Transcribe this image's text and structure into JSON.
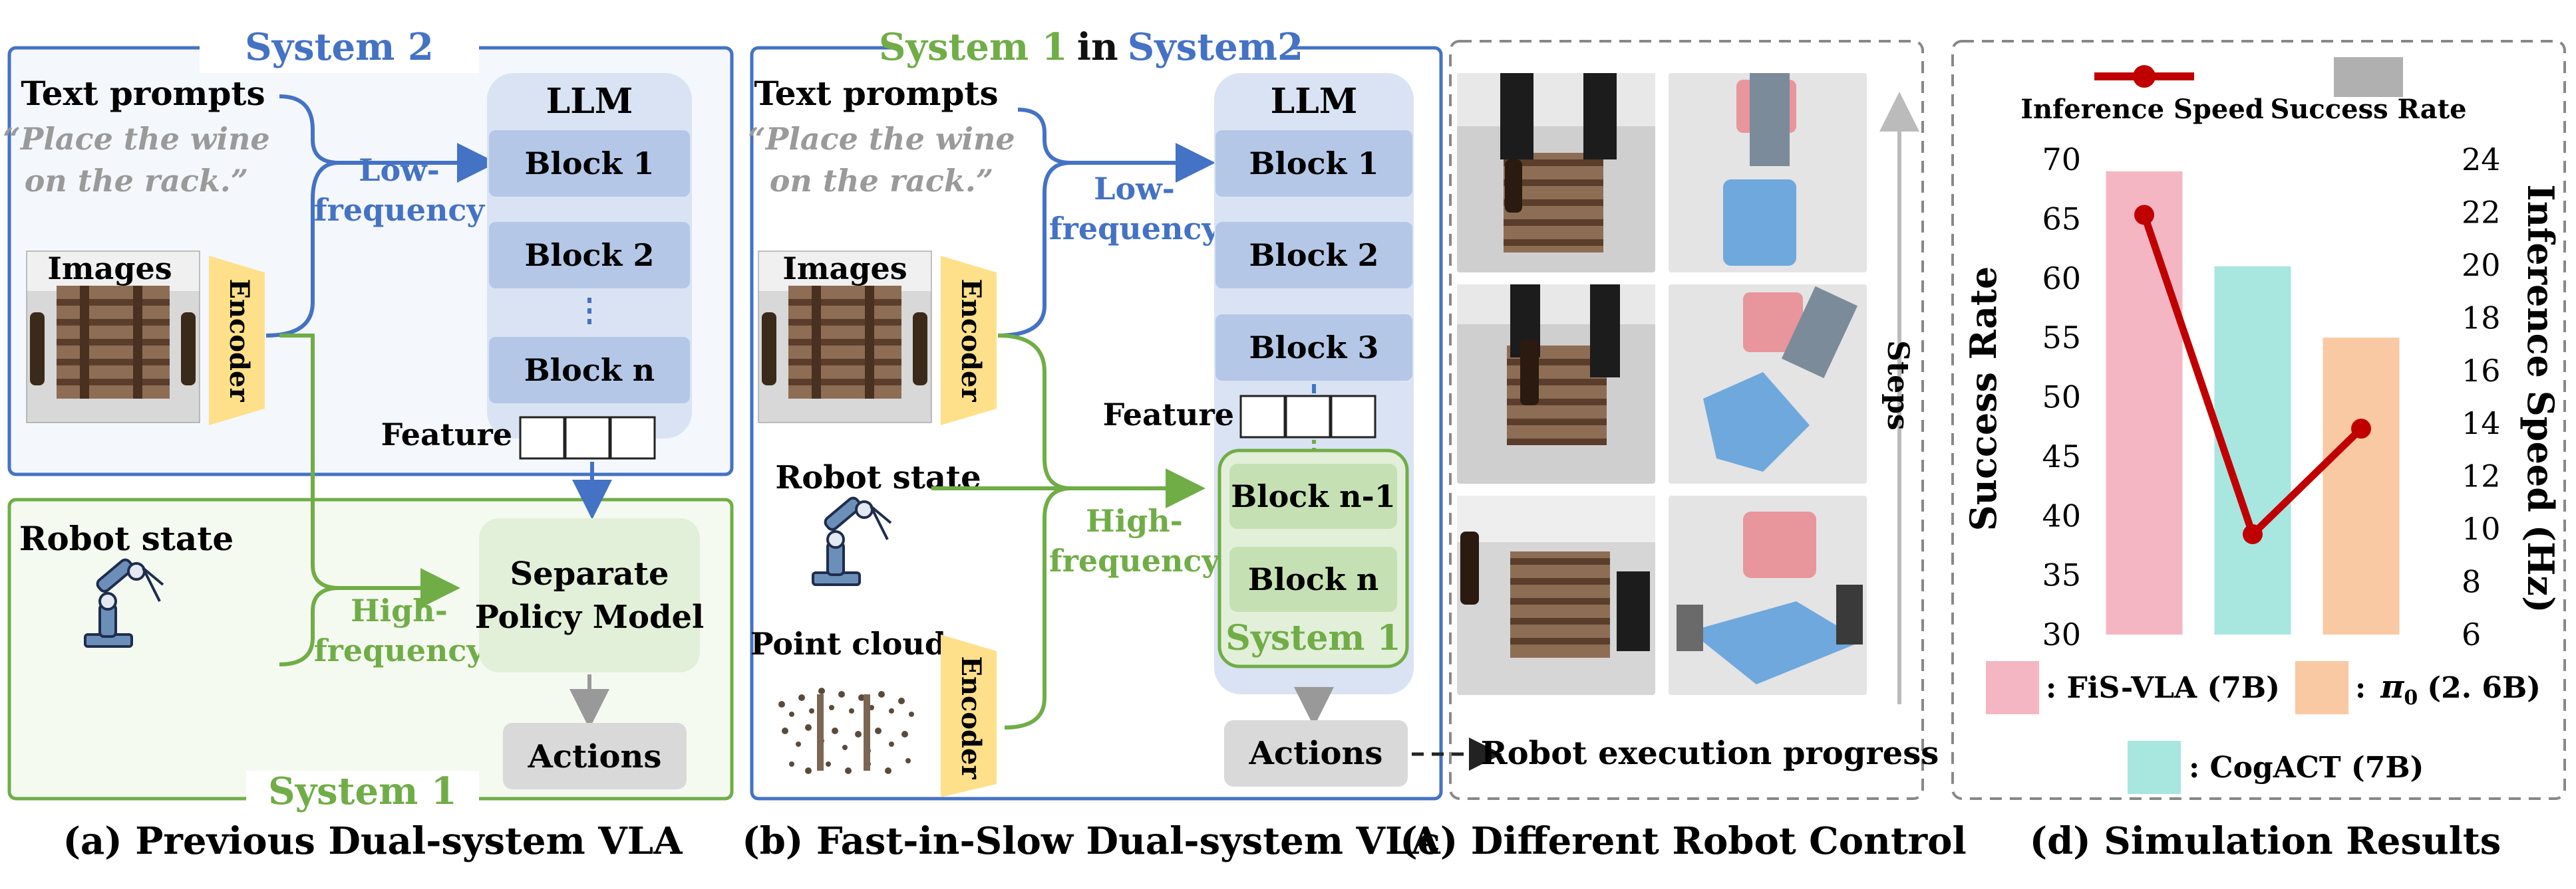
{
  "colors": {
    "blue": "#4472c4",
    "green": "#70ad47",
    "block_blue": "#b4c7e7",
    "block_green": "#c5e0b3",
    "panel_blue": "#eef2fb",
    "panel_green": "#f3f9ee",
    "bar_fis": "#f4b6c2",
    "bar_cogact": "#a8e6e0",
    "bar_pi0": "#f8c9a2",
    "line_red": "#c00000",
    "actions_gray": "#d9d9d9"
  },
  "panel_a": {
    "system2_title": "System 2",
    "text_prompts": "Text prompts",
    "prompt_line1": "“Place the wine",
    "prompt_line2": "on the rack.”",
    "images_label": "Images",
    "encoder": "Encoder",
    "low_freq_1": "Low-",
    "low_freq_2": "frequency",
    "llm": "LLM",
    "blocks": [
      "Block 1",
      "Block 2",
      "Block n"
    ],
    "feature": "Feature",
    "robot_state": "Robot state",
    "high_freq_1": "High-",
    "high_freq_2": "frequency",
    "policy_1": "Separate",
    "policy_2": "Policy Model",
    "actions": "Actions",
    "system1_title": "System 1",
    "caption": "(a) Previous Dual-system VLA"
  },
  "panel_b": {
    "title_part1": "System 1",
    "title_part2": "in",
    "title_part3": "System2",
    "text_prompts": "Text prompts",
    "prompt_line1": "“Place the wine",
    "prompt_line2": "on the rack.”",
    "images_label": "Images",
    "encoder": "Encoder",
    "low_freq_1": "Low-",
    "low_freq_2": "frequency",
    "llm": "LLM",
    "blocks_blue": [
      "Block 1",
      "Block 2",
      "Block 3"
    ],
    "blocks_green": [
      "Block n-1",
      "Block n"
    ],
    "feature": "Feature",
    "robot_state": "Robot state",
    "high_freq_1": "High-",
    "high_freq_2": "frequency",
    "point_cloud": "Point cloud",
    "system1": "System 1",
    "actions": "Actions",
    "caption": "(b) Fast-in-Slow Dual-system VLA"
  },
  "panel_c": {
    "steps": "Steps",
    "progress": "Robot execution progress",
    "caption": "(c) Different Robot Control"
  },
  "panel_d": {
    "legend_line": "Inference Speed",
    "legend_bar": "Success Rate",
    "ylabel_left": "Success Rate",
    "ylabel_right": "Inference Speed (Hz)",
    "left_ticks": [
      "30",
      "35",
      "40",
      "45",
      "50",
      "55",
      "60",
      "65",
      "70"
    ],
    "right_ticks": [
      "6",
      "8",
      "10",
      "12",
      "14",
      "16",
      "18",
      "20",
      "22",
      "24"
    ],
    "legend_fis": ": FiS-VLA (7B)",
    "legend_pi0_prefix": ":",
    "legend_pi0_symbol": "π",
    "legend_pi0_sub": "0",
    "legend_pi0_suffix": "(2. 6B)",
    "legend_cogact": ": CogACT (7B)",
    "caption": "(d) Simulation Results"
  },
  "chart_data": {
    "type": "bar",
    "categories": [
      "FiS-VLA (7B)",
      "CogACT (7B)",
      "π0 (2.6B)"
    ],
    "series": [
      {
        "name": "Success Rate",
        "axis": "left",
        "type": "bar",
        "values": [
          69,
          61,
          55
        ]
      },
      {
        "name": "Inference Speed",
        "axis": "right",
        "type": "line",
        "values": [
          21.9,
          9.8,
          13.8
        ]
      }
    ],
    "ylabel": "Success Rate",
    "ylabel_right": "Inference Speed (Hz)",
    "ylim": [
      30,
      70
    ],
    "ylim_right": [
      6,
      24
    ],
    "legend": "top"
  }
}
